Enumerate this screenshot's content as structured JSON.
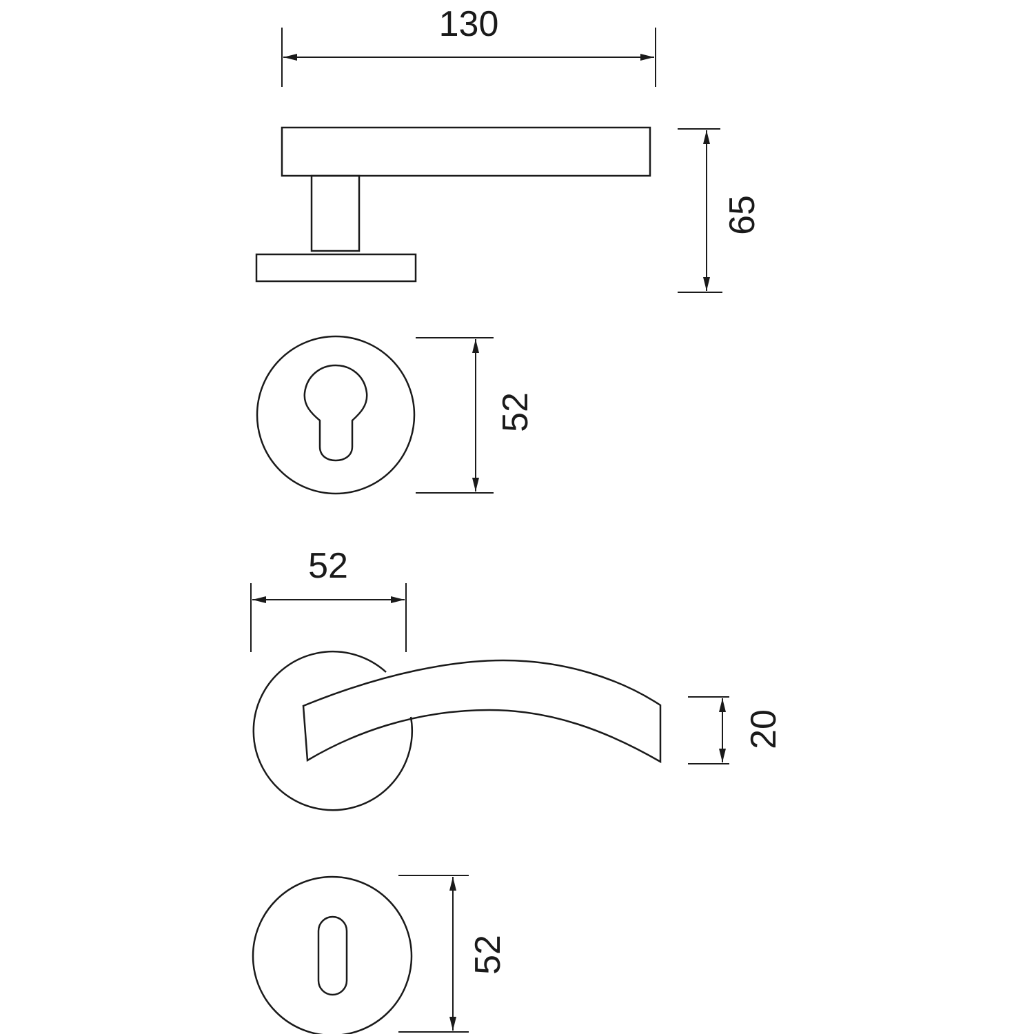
{
  "dimensions": {
    "handle_length": "130",
    "handle_height": "65",
    "cylinder_rose_diameter": "52",
    "lever_rose_width": "52",
    "lever_thickness": "20",
    "key_rose_diameter": "52"
  },
  "colors": {
    "line": "#1a1a1a",
    "background": "#ffffff"
  }
}
